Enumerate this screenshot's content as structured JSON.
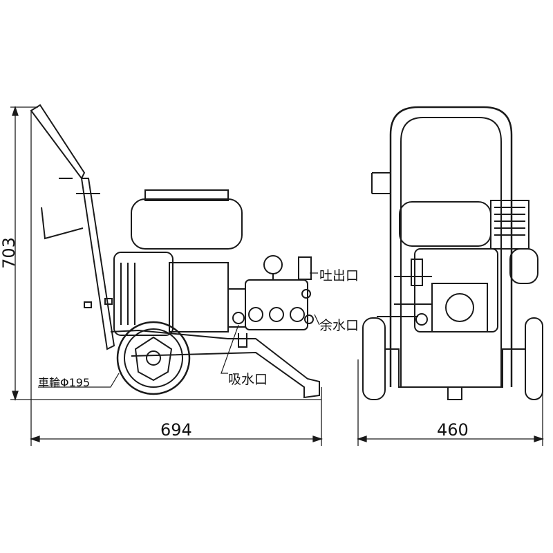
{
  "dimensions": {
    "height": "703",
    "length": "694",
    "width": "460"
  },
  "callouts": {
    "wheel": "車輪Φ195",
    "intake": "吸水口",
    "outlet": "吐出口",
    "overflow": "余水口"
  },
  "colors": {
    "line": "#1a1a1a",
    "background": "#ffffff"
  }
}
